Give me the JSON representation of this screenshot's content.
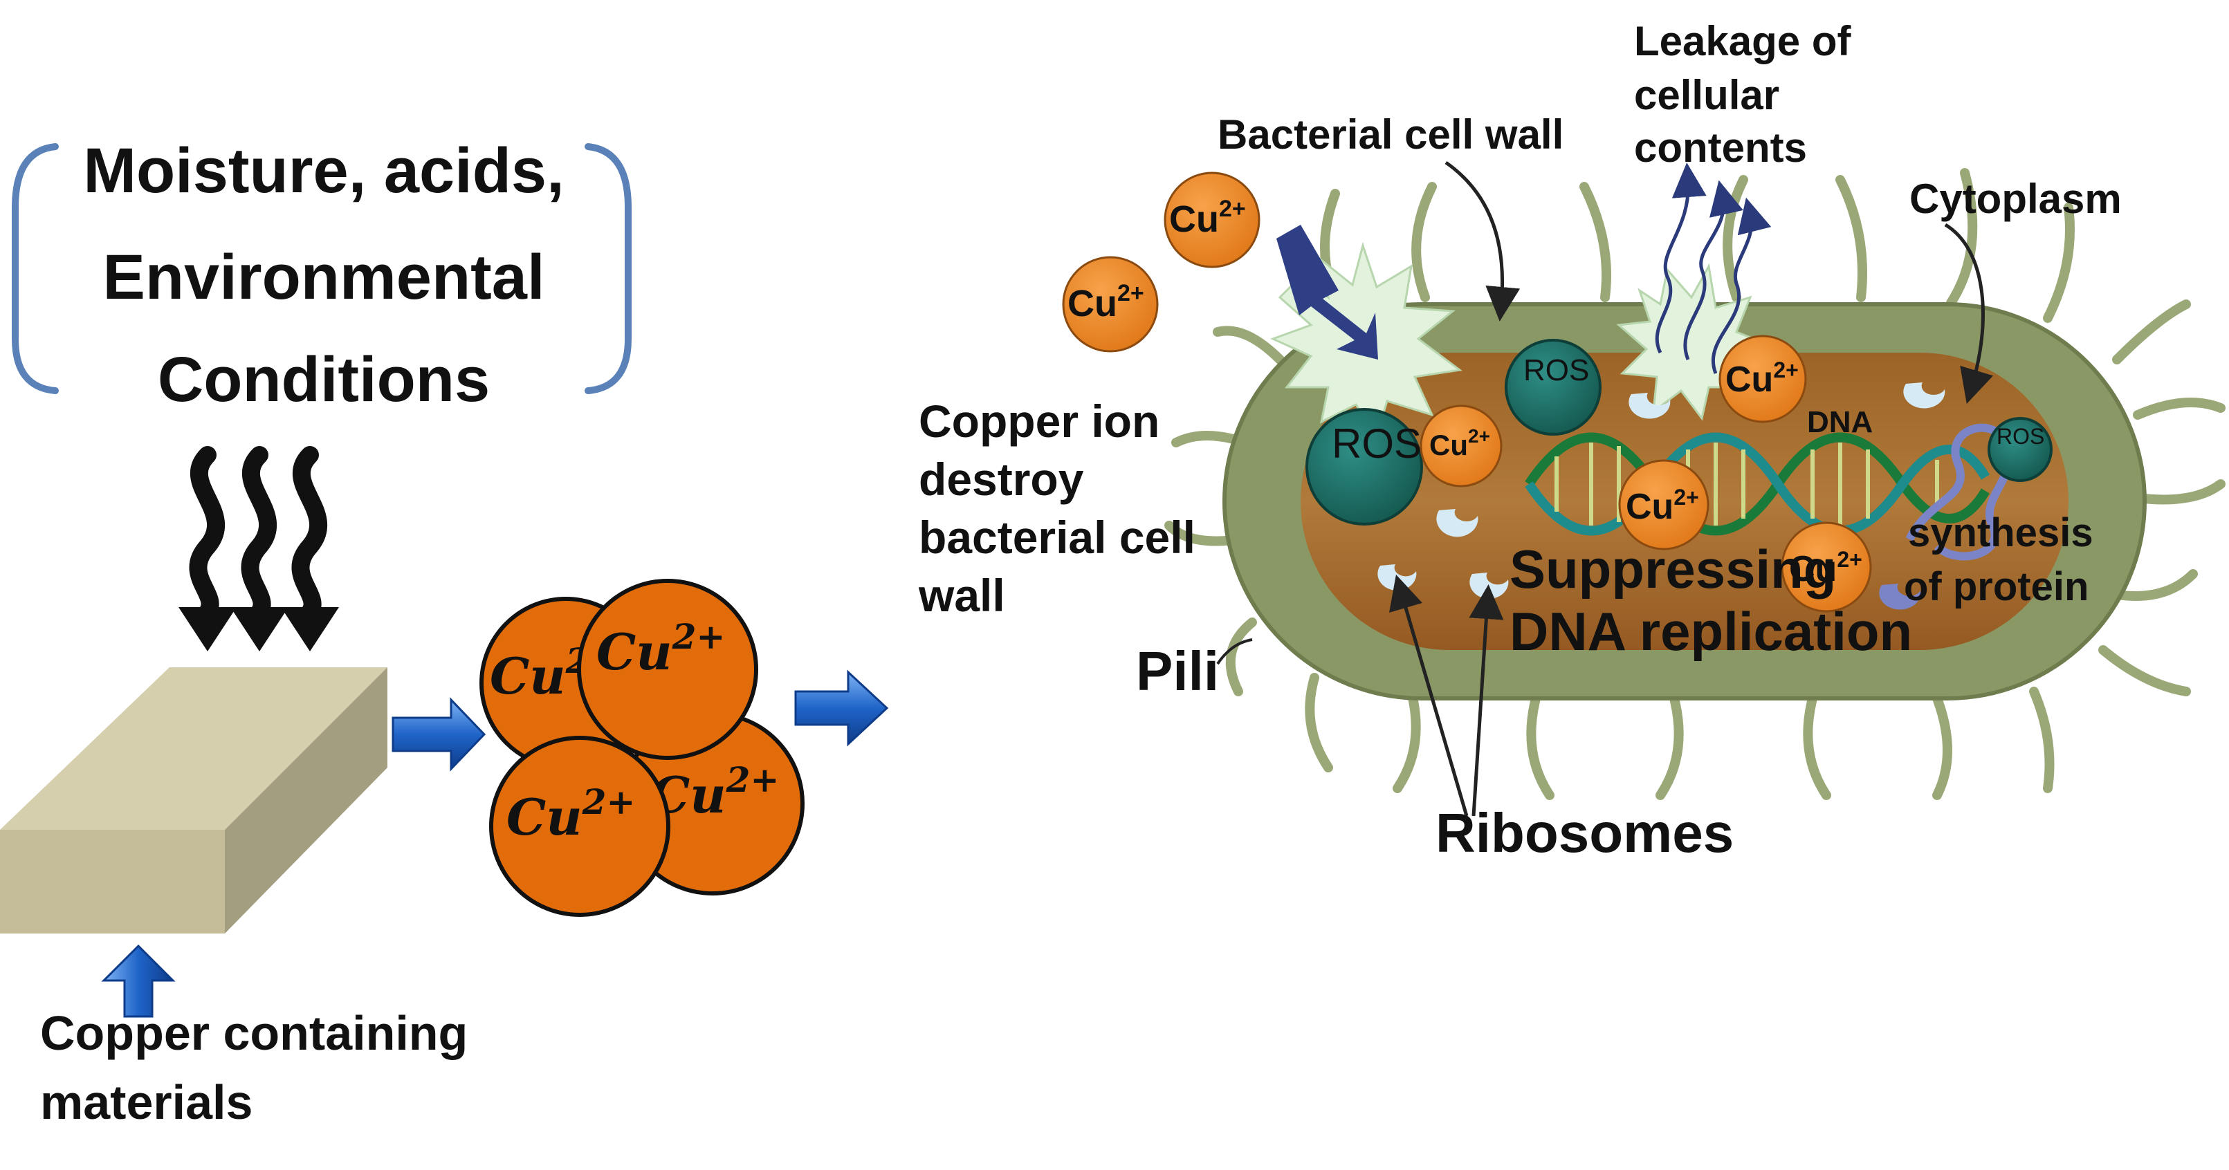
{
  "environment": {
    "lines": [
      "Moisture, acids,",
      "Environmental",
      "Conditions"
    ]
  },
  "source": {
    "lines": [
      "Copper containing",
      "materials"
    ]
  },
  "ion_cluster": {
    "ion_label": "Cu",
    "ion_charge": "2+",
    "ion_partial_back": "Cu",
    "ion_partial_back_suffix": "2"
  },
  "cell": {
    "labels": {
      "cell_wall": "Bacterial cell wall",
      "leakage": [
        "Leakage of",
        "cellular",
        "contents"
      ],
      "cytoplasm": "Cytoplasm",
      "copper_destroy": [
        "Copper ion",
        "destroy",
        "bacterial cell",
        "wall"
      ],
      "dna": "DNA",
      "suppressing": [
        "Suppressing",
        "DNA replication"
      ],
      "synthesis": [
        "synthesis",
        "of protein"
      ],
      "pili": "Pili",
      "ribosomes": "Ribosomes"
    },
    "ion_text": "Cu",
    "ion_charge": "2+",
    "ros": "ROS"
  },
  "colors": {
    "copper_orange": "#E36C0A",
    "block_top": "#D6CFAE",
    "block_front": "#C4BB98",
    "block_side": "#A49E80",
    "arrow_blue": "#1F64C8",
    "bracket_blue": "#5B82B8",
    "cell_outer": "#8A9866",
    "cell_inner": "#A46A2C",
    "ros_teal": "#1E6E6A",
    "dna_green": "#1A7A3A"
  }
}
